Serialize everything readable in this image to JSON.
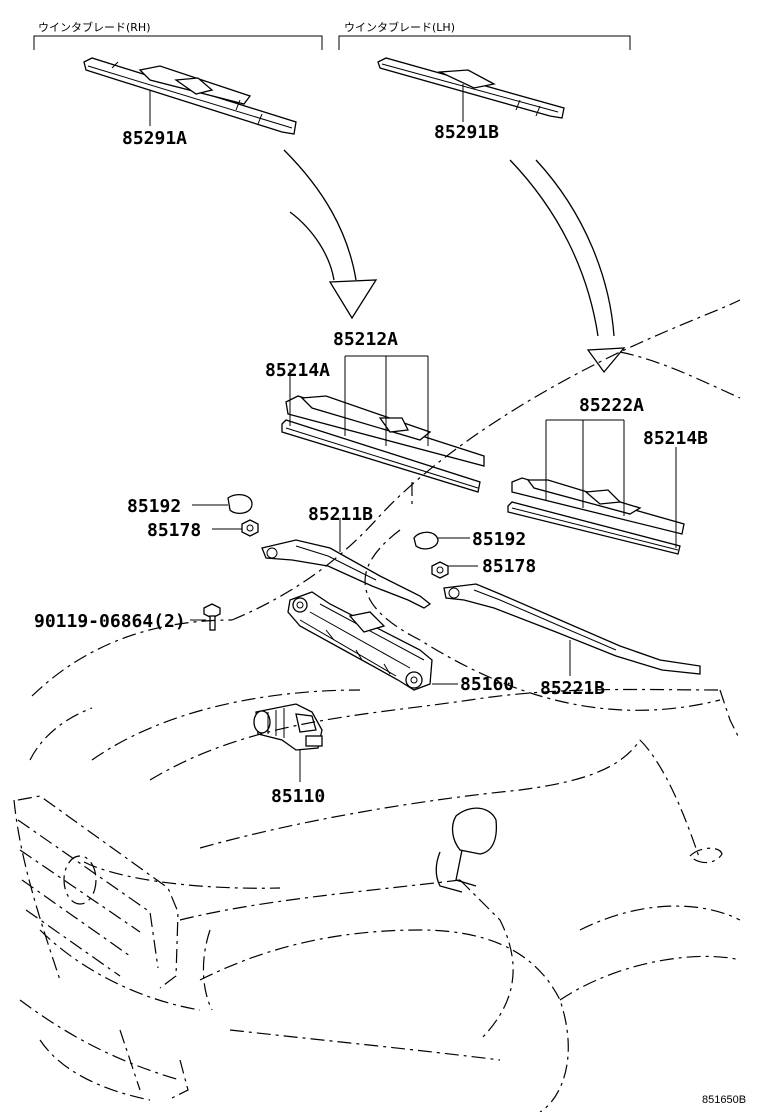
{
  "headers": {
    "rh": "ウインタブレード(RH)",
    "lh": "ウインタブレード(LH)"
  },
  "parts": {
    "blade_rh": "85291A",
    "blade_lh": "85291B",
    "blade_assy_rh": "85212A",
    "refill_rh": "85214A",
    "blade_assy_lh": "85222A",
    "refill_lh": "85214B",
    "cap_rh": "85192",
    "nut_rh": "85178",
    "arm_rh": "85211B",
    "cap_lh": "85192",
    "nut_lh": "85178",
    "bolt": "90119-06864(2)",
    "link": "85160",
    "arm_lh": "85221B",
    "motor": "85110"
  },
  "figure_id": "851650B"
}
